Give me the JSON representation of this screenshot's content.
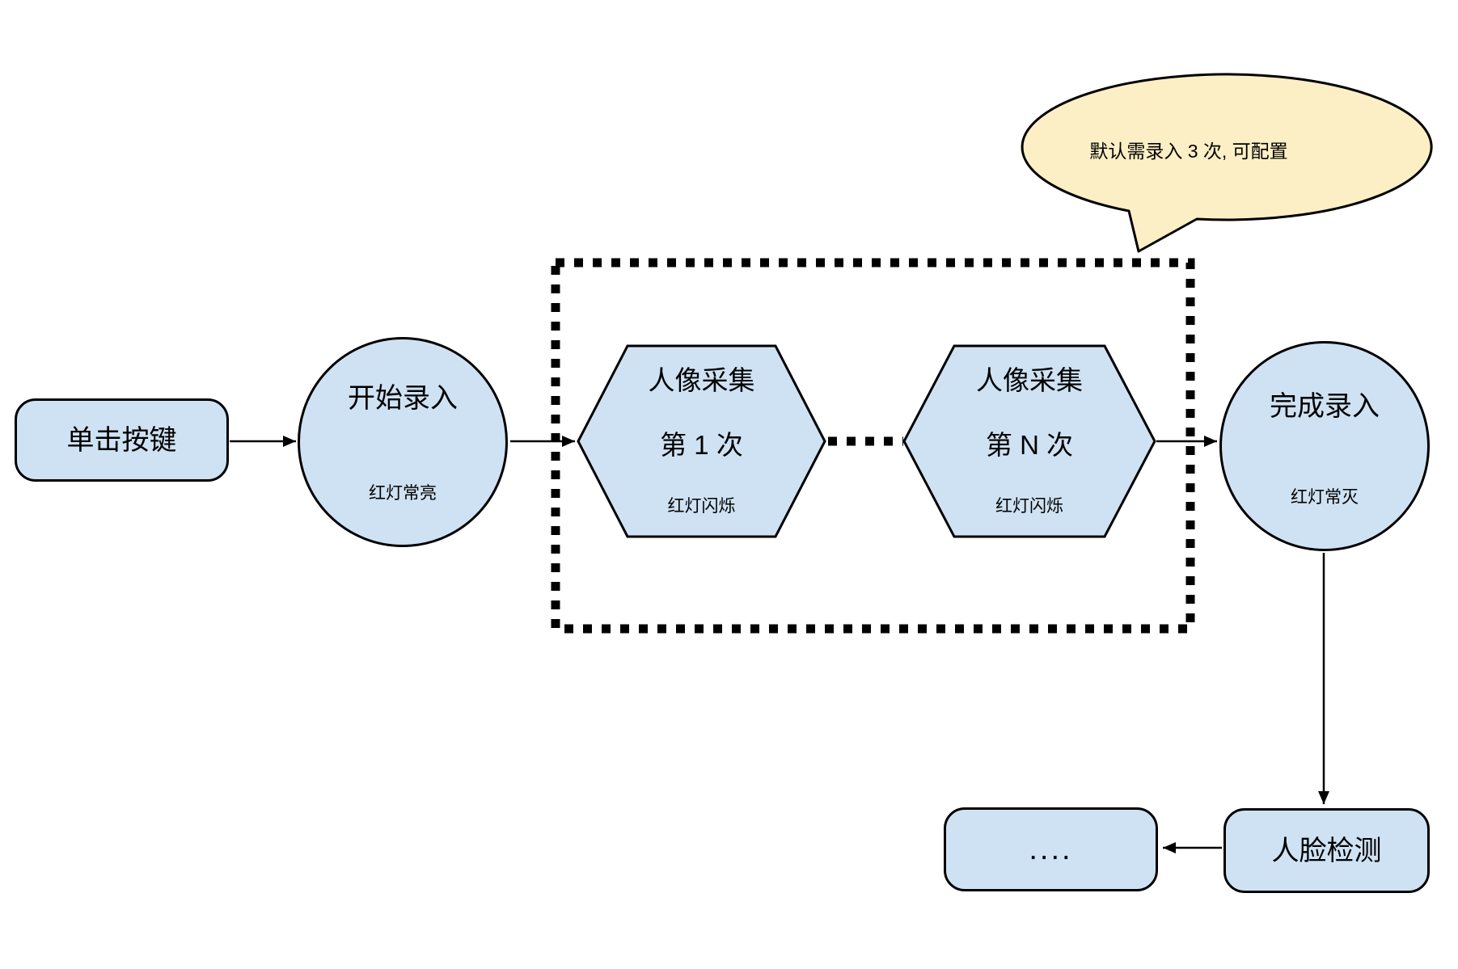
{
  "diagram": {
    "background": "#ffffff",
    "colors": {
      "node_fill": "#cfe2f3",
      "node_stroke": "#000000",
      "callout_fill": "#fcefc5",
      "connector": "#000000"
    },
    "nodes": {
      "start_button": {
        "label": "单击按键"
      },
      "start_enroll": {
        "label": "开始录入",
        "status": "红灯常亮"
      },
      "capture_first": {
        "title": "人像采集",
        "subtitle": "第 1 次",
        "status": "红灯闪烁"
      },
      "capture_nth": {
        "title": "人像采集",
        "subtitle": "第 N 次",
        "status": "红灯闪烁"
      },
      "finish_enroll": {
        "label": "完成录入",
        "status": "红灯常灭"
      },
      "face_detection": {
        "label": "人脸检测"
      },
      "ellipsis": {
        "label": "...."
      }
    },
    "callout": {
      "label": "默认需录入 3 次, 可配置"
    }
  }
}
